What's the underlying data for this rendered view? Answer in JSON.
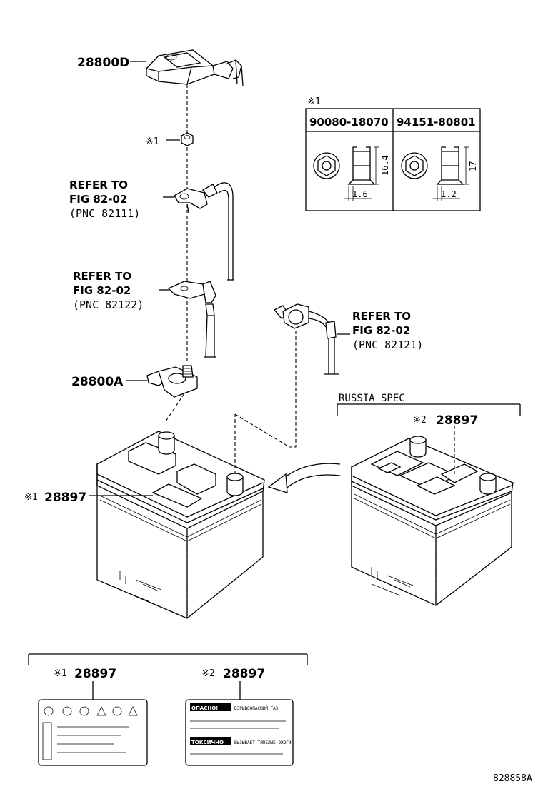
{
  "labels": {
    "cover": "28800D",
    "terminal": "28800A",
    "label_main": "28897",
    "label_russia": "28897",
    "label_box1": "28897",
    "label_box2": "28897",
    "nut_mark": "※1",
    "mark1": "※1",
    "mark2": "※2",
    "refer1": {
      "l1": "REFER TO",
      "l2": "FIG 82-02",
      "l3": "(PNC 82111)"
    },
    "refer2": {
      "l1": "REFER TO",
      "l2": "FIG 82-02",
      "l3": "(PNC 82122)"
    },
    "refer3": {
      "l1": "REFER TO",
      "l2": "FIG 82-02",
      "l3": "(PNC 82121)"
    },
    "russia_spec": "RUSSIA SPEC",
    "figure_id": "828858A"
  },
  "nut_table": {
    "mark": "※1",
    "col1": {
      "part": "90080-18070",
      "height": "16.4",
      "flange": "1.6"
    },
    "col2": {
      "part": "94151-80801",
      "height": "17",
      "flange": "1.2"
    }
  },
  "warning_label": {
    "line1": "ОПАСНО!",
    "line1_sub": "ВЗРЫВООПАСНЫЙ ГАЗ",
    "line2": "ТОКСИЧНО",
    "line2_sub": "ВЫЗЫВАЕТ ТЯЖЕЛЫЕ ОЖОГИ"
  }
}
